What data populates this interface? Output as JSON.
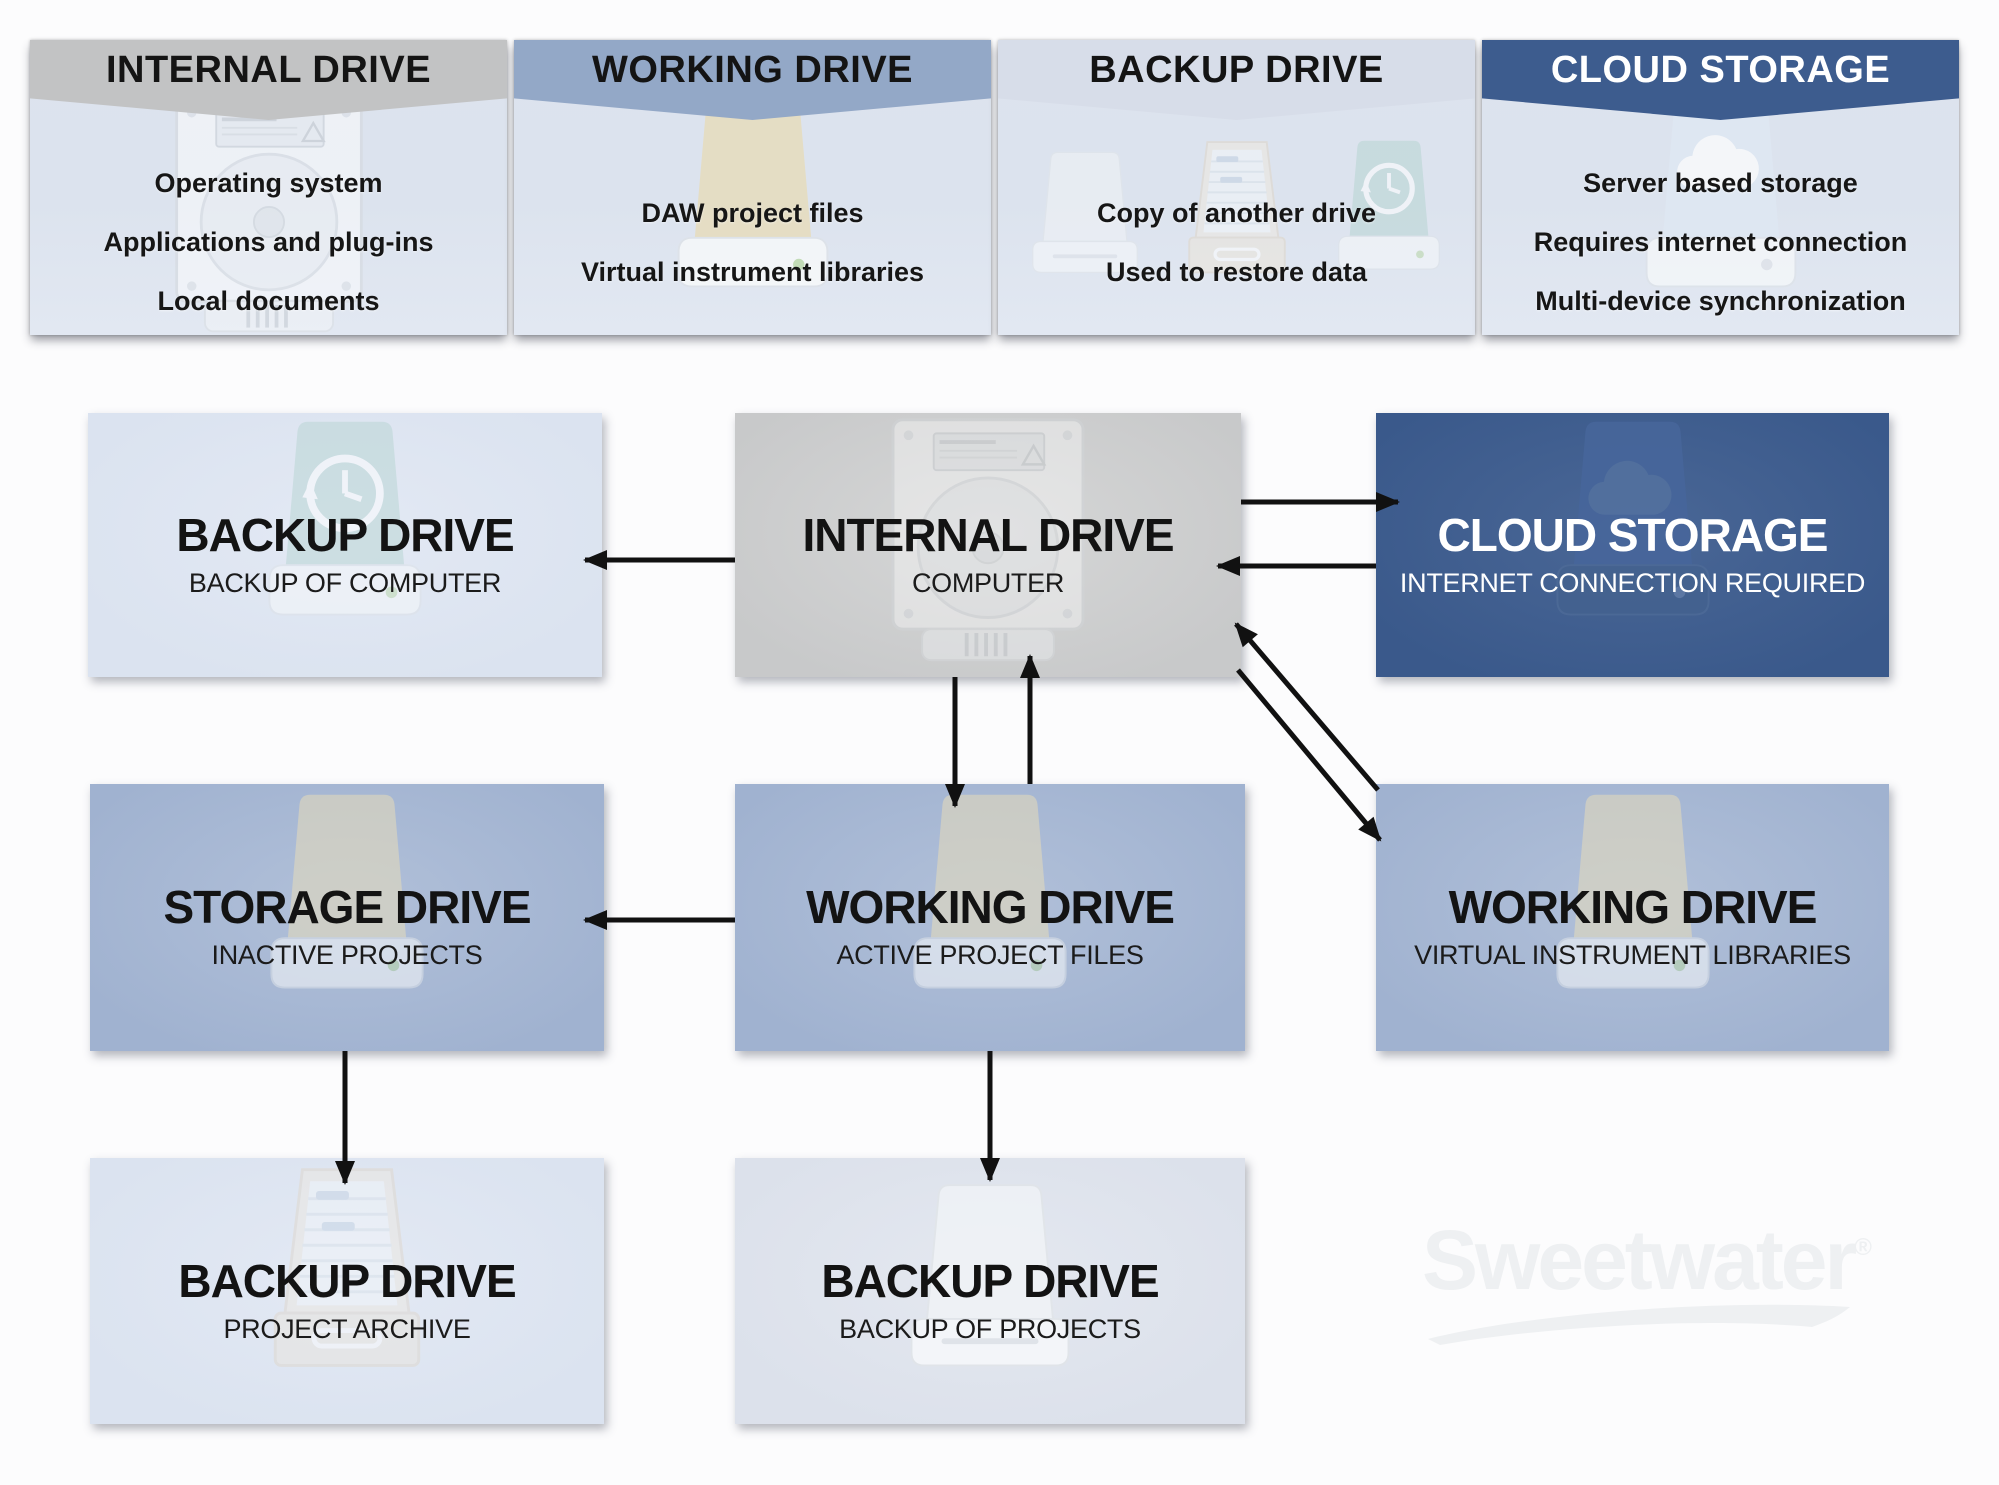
{
  "page": {
    "background_color": "#fcfcfd",
    "watermark": {
      "text": "Sweetwater",
      "registered_mark": "®"
    }
  },
  "legend_cards": [
    {
      "id": "internal-drive",
      "title": "INTERNAL DRIVE",
      "header_color": "#c2c3c4",
      "title_color": "#141414",
      "icon": "internal-hdd-icon",
      "items": [
        "Operating system",
        "Applications and plug-ins",
        "Local documents"
      ]
    },
    {
      "id": "working-drive",
      "title": "WORKING DRIVE",
      "header_color": "#93a8c7",
      "title_color": "#141414",
      "icon": "external-drive-icon",
      "items": [
        "DAW project files",
        "Virtual instrument libraries"
      ]
    },
    {
      "id": "backup-drive",
      "title": "BACKUP DRIVE",
      "header_color": "#d7dde9",
      "title_color": "#141414",
      "icon": "backup-drive-set-icon",
      "items": [
        "Copy of another drive",
        "Used to restore data"
      ]
    },
    {
      "id": "cloud-storage",
      "title": "CLOUD STORAGE",
      "header_color": "#3d5c8e",
      "title_color": "#ffffff",
      "icon": "cloud-drive-icon",
      "items": [
        "Server based storage",
        "Requires internet connection",
        "Multi-device synchronization"
      ]
    }
  ],
  "flow_nodes": [
    {
      "id": "backup-drive-computer",
      "title": "BACKUP DRIVE",
      "subtitle": "BACKUP OF COMPUTER",
      "bg_color": "#dbe3f0",
      "text_color": "#131313",
      "icon": "time-machine-drive-icon"
    },
    {
      "id": "internal-drive",
      "title": "INTERNAL DRIVE",
      "subtitle": "COMPUTER",
      "bg_color": "#c9caca",
      "text_color": "#131313",
      "icon": "internal-hdd-icon"
    },
    {
      "id": "cloud-storage",
      "title": "CLOUD STORAGE",
      "subtitle": "INTERNET CONNECTION REQUIRED",
      "bg_color": "#3e5d8e",
      "text_color": "#ffffff",
      "icon": "cloud-drive-icon"
    },
    {
      "id": "storage-drive",
      "title": "STORAGE DRIVE",
      "subtitle": "INACTIVE PROJECTS",
      "bg_color": "#a2b4d1",
      "text_color": "#131313",
      "icon": "external-drive-icon"
    },
    {
      "id": "working-drive-active",
      "title": "WORKING DRIVE",
      "subtitle": "ACTIVE PROJECT FILES",
      "bg_color": "#a2b4d1",
      "text_color": "#131313",
      "icon": "external-drive-icon"
    },
    {
      "id": "working-drive-vi",
      "title": "WORKING DRIVE",
      "subtitle": "VIRTUAL INSTRUMENT LIBRARIES",
      "bg_color": "#a2b4d1",
      "text_color": "#131313",
      "icon": "external-drive-icon"
    },
    {
      "id": "backup-drive-archive",
      "title": "BACKUP DRIVE",
      "subtitle": "PROJECT ARCHIVE",
      "bg_color": "#dbe3f0",
      "text_color": "#131313",
      "icon": "file-drawer-icon"
    },
    {
      "id": "backup-drive-projects",
      "title": "BACKUP DRIVE",
      "subtitle": "BACKUP OF PROJECTS",
      "bg_color": "#dce1eb",
      "text_color": "#131313",
      "icon": "white-drive-icon"
    }
  ],
  "connections": [
    {
      "from": "internal-drive",
      "to": "backup-drive-computer"
    },
    {
      "from": "internal-drive",
      "to": "cloud-storage"
    },
    {
      "from": "cloud-storage",
      "to": "internal-drive"
    },
    {
      "from": "internal-drive",
      "to": "working-drive-active"
    },
    {
      "from": "working-drive-active",
      "to": "internal-drive"
    },
    {
      "from": "working-drive-active",
      "to": "storage-drive"
    },
    {
      "from": "working-drive-vi",
      "to": "internal-drive"
    },
    {
      "from": "internal-drive",
      "to": "working-drive-vi"
    },
    {
      "from": "storage-drive",
      "to": "backup-drive-archive"
    },
    {
      "from": "working-drive-active",
      "to": "backup-drive-projects"
    }
  ],
  "colors": {
    "arrow": "#111111",
    "card_body": "#dde3ee",
    "node_light": "#dce3ef",
    "node_gray": "#c9caca",
    "node_blue": "#a2b4d1",
    "node_dark_blue": "#3e5d8e",
    "watermark": "#eef0f2"
  }
}
